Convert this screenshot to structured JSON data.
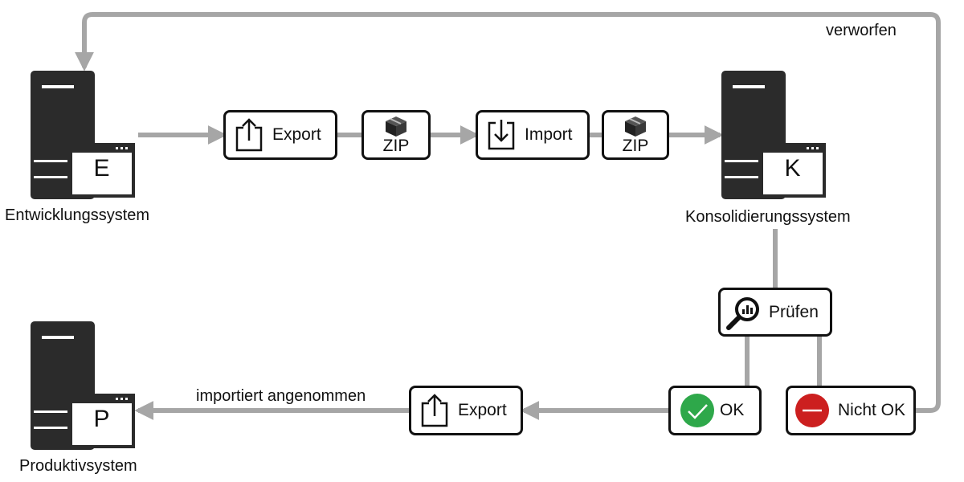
{
  "systems": {
    "dev": {
      "letter": "E",
      "label": "Entwicklungssystem"
    },
    "cons": {
      "letter": "K",
      "label": "Konsolidierungssystem"
    },
    "prod": {
      "letter": "P",
      "label": "Produktivsystem"
    }
  },
  "steps": {
    "export1": "Export",
    "zip1": "ZIP",
    "import": "Import",
    "zip2": "ZIP",
    "check": "Prüfen",
    "ok": "OK",
    "notok": "Nicht OK",
    "export2": "Export"
  },
  "edges": {
    "rejected": "verworfen",
    "accepted": "importiert angenommen"
  },
  "colors": {
    "wire": "#a6a6a6",
    "server": "#2b2b2b",
    "ok": "#2ea84a",
    "notok": "#cc1f1f"
  }
}
